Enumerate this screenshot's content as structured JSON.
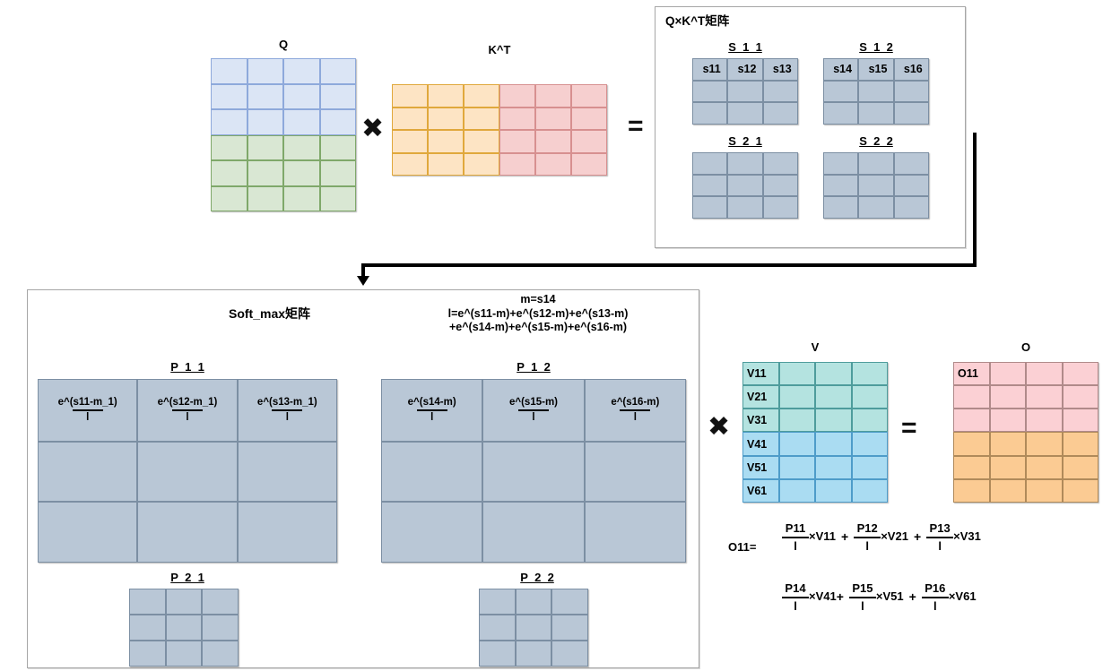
{
  "top": {
    "q_label": "Q",
    "kt_label": "K^T",
    "mul_symbol": "✖",
    "eq_symbol": "=",
    "qkt_box_title": "Q×K^T矩阵",
    "s_blocks": [
      {
        "label": "S_1_1",
        "head": [
          "s11",
          "s12",
          "s13"
        ]
      },
      {
        "label": "S_1_2",
        "head": [
          "s14",
          "s15",
          "s16"
        ]
      },
      {
        "label": "S_2_1",
        "head": [
          "",
          "",
          ""
        ]
      },
      {
        "label": "S_2_2",
        "head": [
          "",
          "",
          ""
        ]
      }
    ]
  },
  "bottom": {
    "softmax_title": "Soft_max矩阵",
    "formula_lines": [
      "m=s14",
      "l=e^(s11-m)+e^(s12-m)+e^(s13-m)",
      "+e^(s14-m)+e^(s15-m)+e^(s16-m)"
    ],
    "p_1_1": {
      "label": "P_1_1",
      "numerators": [
        "e^(s11-m_1)",
        "e^(s12-m_1)",
        "e^(s13-m_1)"
      ],
      "denominator": "l"
    },
    "p_1_2": {
      "label": "P_1_2",
      "numerators": [
        "e^(s14-m)",
        "e^(s15-m)",
        "e^(s16-m)"
      ],
      "denominator": "l"
    },
    "p_2_1": {
      "label": "P_2_1"
    },
    "p_2_2": {
      "label": "P_2_2"
    },
    "mul_symbol": "✖",
    "eq_symbol": "=",
    "v_label": "V",
    "v_head": [
      "V11",
      "V21",
      "V31",
      "V41",
      "V51",
      "V61"
    ],
    "o_label": "O",
    "o_head": "O11",
    "o11_formula": {
      "lead": "O11=",
      "denominator": "l",
      "row1": [
        {
          "num": "P11",
          "vec": "×V11",
          "op": "+"
        },
        {
          "num": "P12",
          "vec": "×V21",
          "op": "+"
        },
        {
          "num": "P13",
          "vec": "×V31",
          "op": ""
        }
      ],
      "row2": [
        {
          "num": "P14",
          "vec": "×V41",
          "op": "+"
        },
        {
          "num": "P15",
          "vec": "×V51",
          "op": "+"
        },
        {
          "num": "P16",
          "vec": "×V61",
          "op": ""
        }
      ]
    }
  },
  "colors": {
    "blue": "#dbe5f5",
    "green": "#d9e7d3",
    "orange": "#fde4c4",
    "pink": "#f6cfcf",
    "grey": "#b9c7d6",
    "teal": "#b4e3e0",
    "cyan": "#aadcf2",
    "rose": "#fbd0d4",
    "peach": "#fbcb93"
  }
}
